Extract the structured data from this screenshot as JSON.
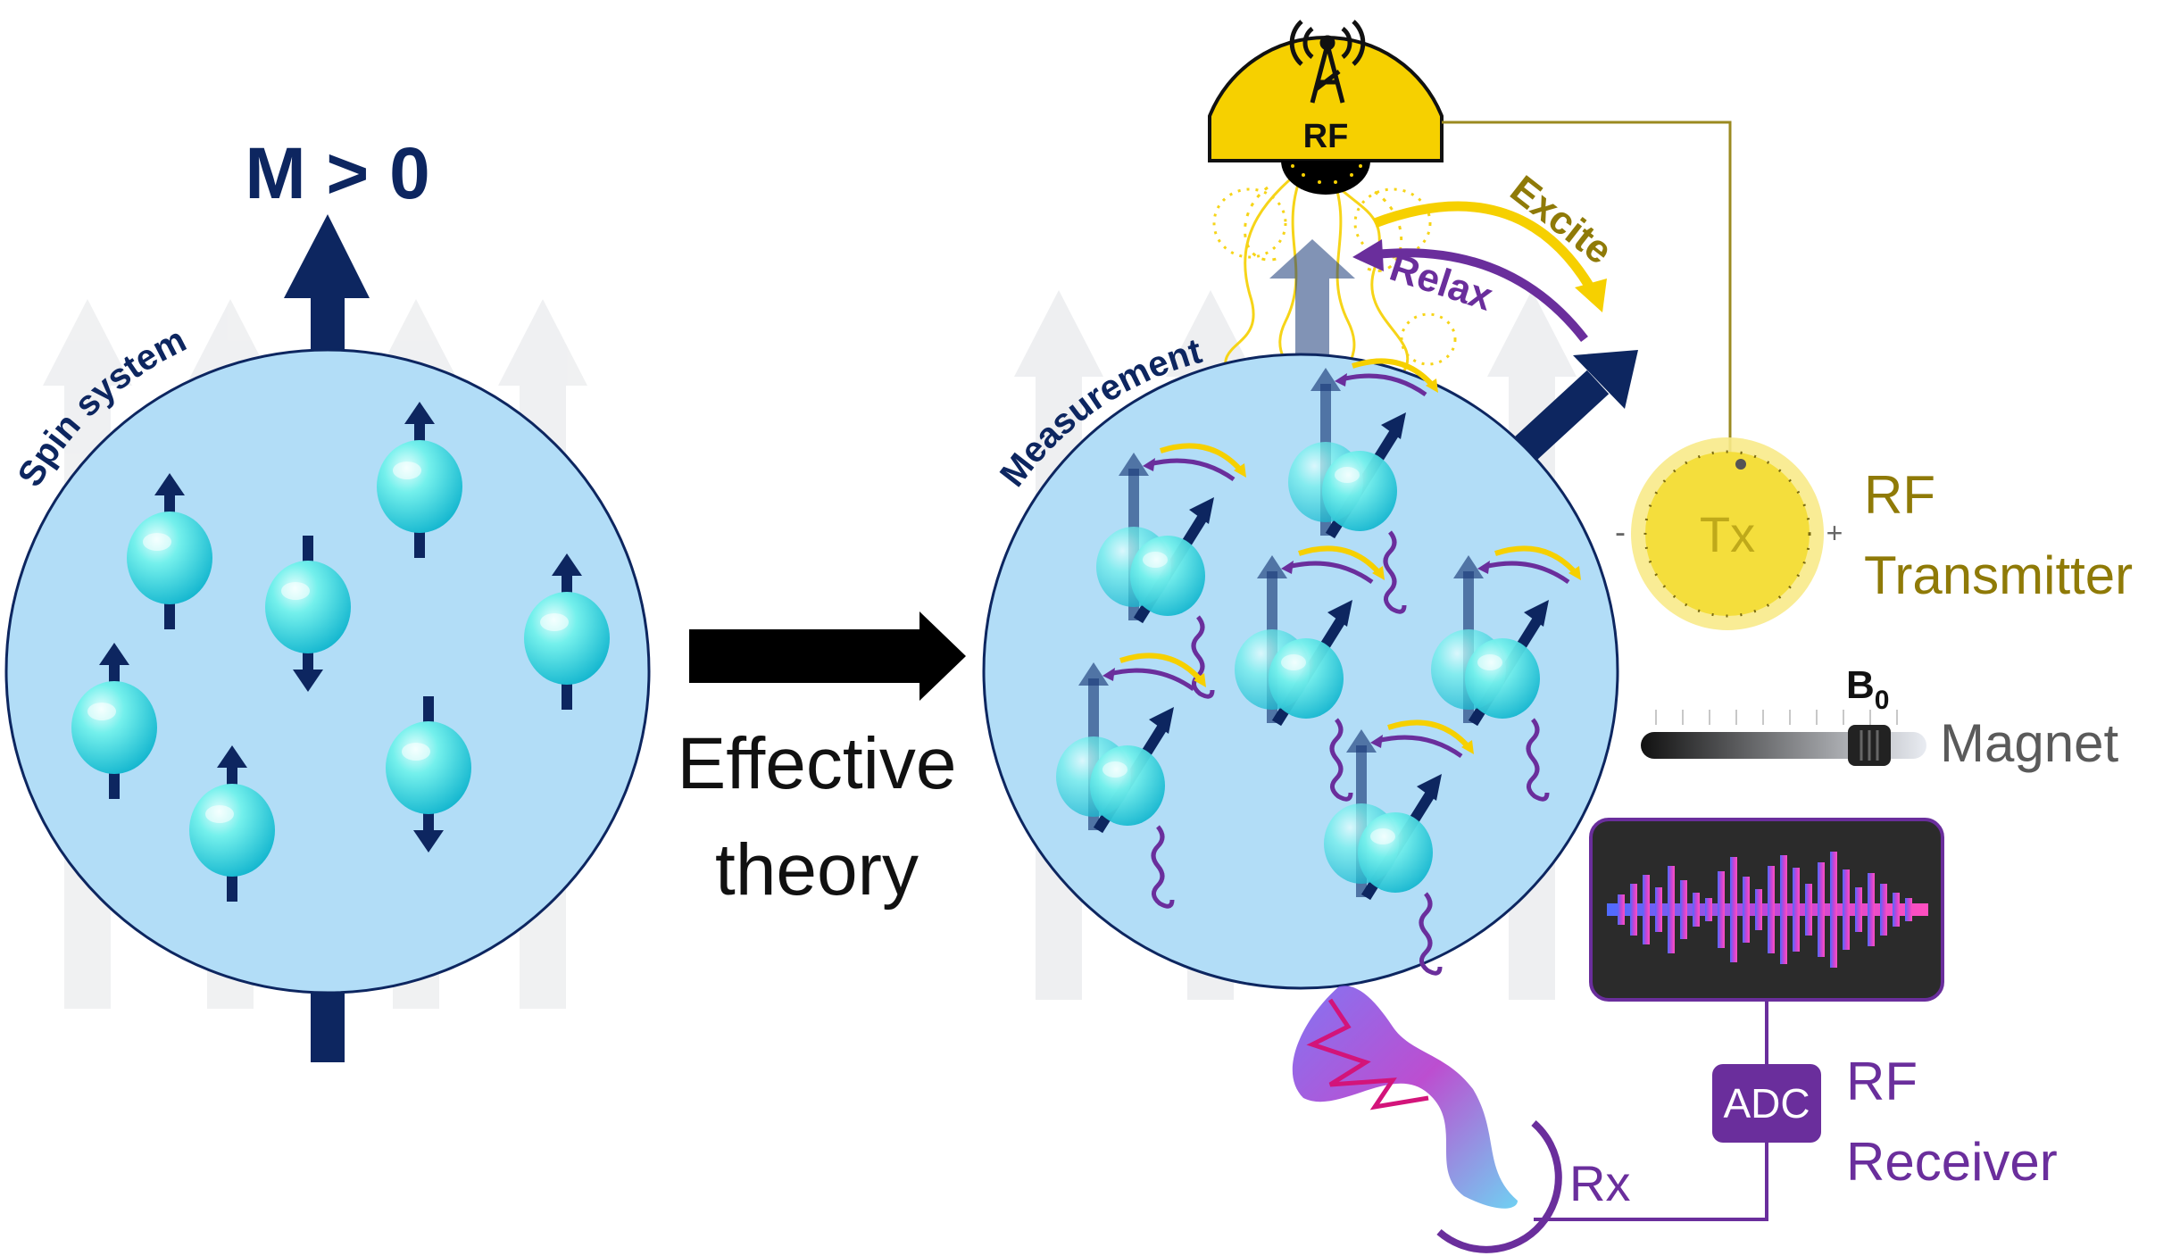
{
  "left_panel": {
    "magnetization_label": "M > 0",
    "arc_label": "Spin system"
  },
  "center": {
    "arrow_caption_line1": "Effective",
    "arrow_caption_line2": "theory"
  },
  "right_panel": {
    "arc_label": "Measurement",
    "excite_label": "Excite",
    "relax_label": "Relax"
  },
  "rf_coil": {
    "label": "RF",
    "icon": "antenna-tower-icon"
  },
  "transmitter": {
    "knob_label": "Tx",
    "minus": "-",
    "plus": "+",
    "title_line1": "RF",
    "title_line2": "Transmitter"
  },
  "magnet": {
    "b_label": "B",
    "b_subscript": "0",
    "title": "Magnet"
  },
  "receiver": {
    "adc_label": "ADC",
    "title_line1": "RF",
    "title_line2": "Receiver",
    "coil_label": "Rx",
    "icon": "waveform-icon"
  },
  "colors": {
    "navy": "#0d2660",
    "sphere_fill": "#b2ddf7",
    "gold": "#f6d000",
    "gold_text": "#8f7a07",
    "purple": "#6a2e9c",
    "grey_text": "#5a5a5a"
  }
}
